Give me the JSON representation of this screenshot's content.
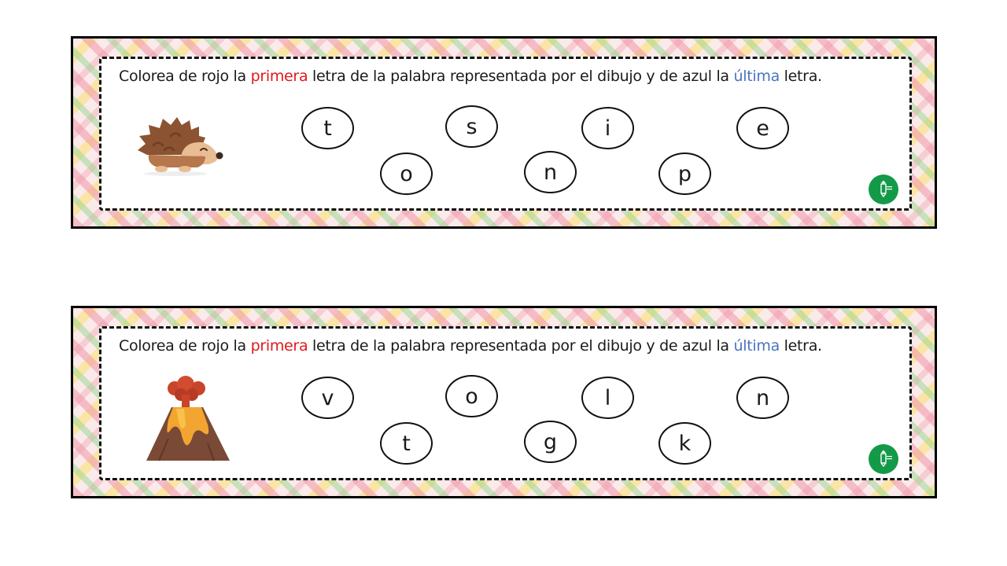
{
  "worksheet": {
    "instruction": {
      "before": "Colorea de rojo la ",
      "first_word": "primera",
      "middle": " letra de la palabra representada por el dibujo y de azul la ",
      "last_word": "última",
      "after": " letra."
    },
    "colors": {
      "first_highlight": "#e0191b",
      "last_highlight": "#4a74c2",
      "logo_bg": "#139a48"
    },
    "exercises": [
      {
        "picture": "hedgehog-illustration",
        "letters": [
          "t",
          "s",
          "i",
          "e",
          "o",
          "n",
          "p"
        ]
      },
      {
        "picture": "volcano-illustration",
        "letters": [
          "v",
          "o",
          "l",
          "n",
          "t",
          "g",
          "k"
        ]
      }
    ]
  }
}
